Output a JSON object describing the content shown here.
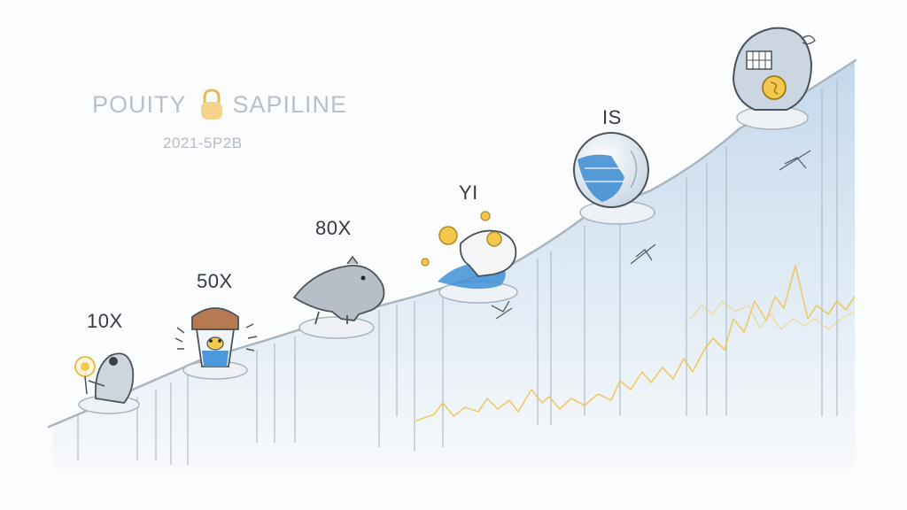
{
  "brand": {
    "title_left": "POUITY",
    "title_right": "SAPILINE",
    "date": "2021-5P2B",
    "logo": "padlock-icon"
  },
  "steps": [
    {
      "label": "10X",
      "figure": "bird-with-flower"
    },
    {
      "label": "50X",
      "figure": "coffee-cup-bird"
    },
    {
      "label": "80X",
      "figure": "gray-rodent"
    },
    {
      "label": "YI",
      "figure": "piggy-bank-coins"
    },
    {
      "label": "IS",
      "figure": "globe-sphere"
    },
    {
      "label": "",
      "figure": "vault-with-coin"
    }
  ],
  "colors": {
    "slope_outline": "#c8d0d8",
    "fill_blue": "#c9dcee",
    "accent_gold": "#f0c24a",
    "accent_blue": "#3a8bd0"
  }
}
